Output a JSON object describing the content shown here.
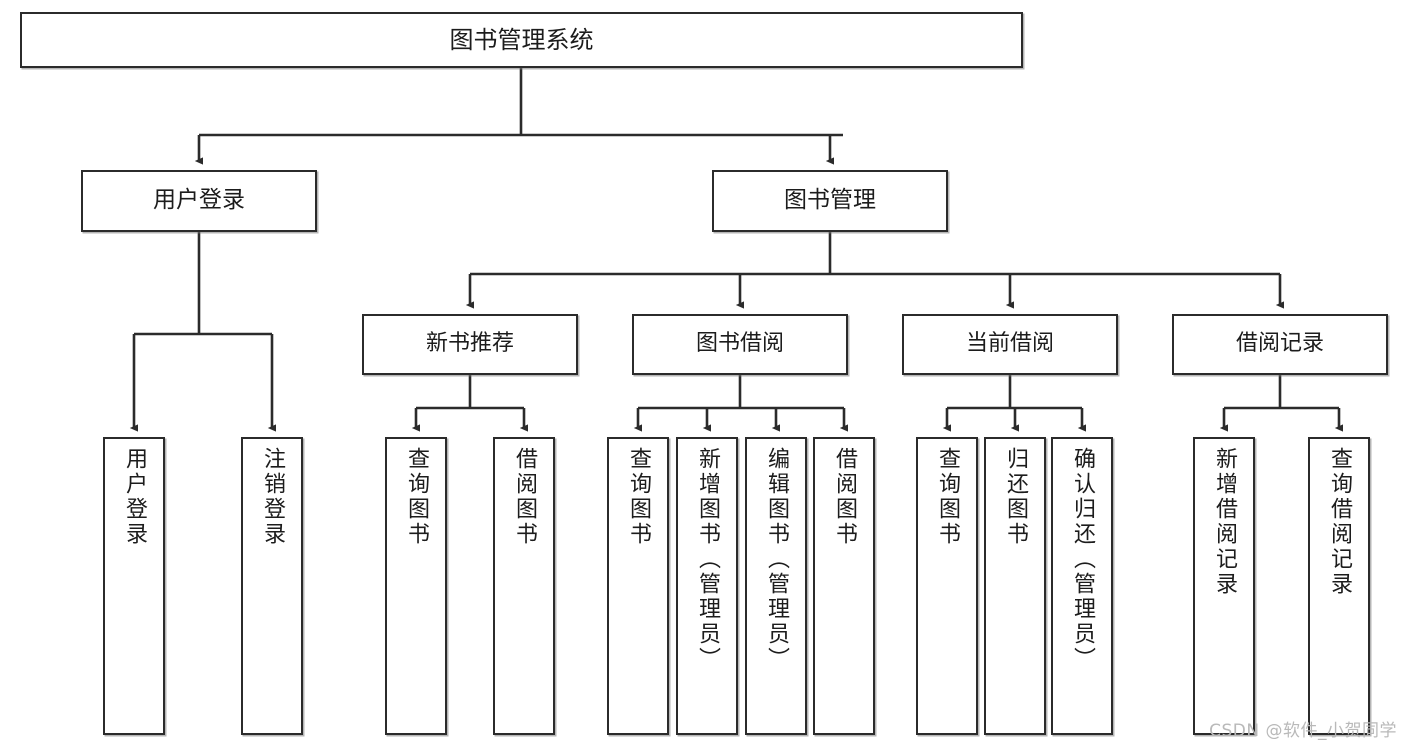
{
  "diagram": {
    "type": "tree-hierarchy",
    "title": "图书管理系统",
    "watermark": "CSDN @软件_小贺同学",
    "stroke_color": "#2b2b2b",
    "fill_color": "#ffffff",
    "text_color": "#1c1c1c",
    "nodes": {
      "root": {
        "label": "图书管理系统"
      },
      "level1": [
        {
          "id": "user-login",
          "label": "用户登录"
        },
        {
          "id": "book-manage",
          "label": "图书管理"
        }
      ],
      "level2": [
        {
          "id": "new-book-recommend",
          "label": "新书推荐"
        },
        {
          "id": "book-borrow",
          "label": "图书借阅"
        },
        {
          "id": "current-borrow",
          "label": "当前借阅"
        },
        {
          "id": "borrow-record",
          "label": "借阅记录"
        }
      ],
      "leaves": [
        {
          "id": "leaf-user-login",
          "parent": "user-login",
          "label": "用户登录"
        },
        {
          "id": "leaf-logout",
          "parent": "user-login",
          "label": "注销登录"
        },
        {
          "id": "leaf-query-book-1",
          "parent": "new-book-recommend",
          "label": "查询图书"
        },
        {
          "id": "leaf-borrow-book-1",
          "parent": "new-book-recommend",
          "label": "借阅图书"
        },
        {
          "id": "leaf-query-book-2",
          "parent": "book-borrow",
          "label": "查询图书"
        },
        {
          "id": "leaf-add-book",
          "parent": "book-borrow",
          "label": "新增图书（管理员）"
        },
        {
          "id": "leaf-edit-book",
          "parent": "book-borrow",
          "label": "编辑图书（管理员）"
        },
        {
          "id": "leaf-borrow-book-2",
          "parent": "book-borrow",
          "label": "借阅图书"
        },
        {
          "id": "leaf-query-book-3",
          "parent": "current-borrow",
          "label": "查询图书"
        },
        {
          "id": "leaf-return-book",
          "parent": "current-borrow",
          "label": "归还图书"
        },
        {
          "id": "leaf-confirm-return",
          "parent": "current-borrow",
          "label": "确认归还（管理员）"
        },
        {
          "id": "leaf-add-record",
          "parent": "borrow-record",
          "label": "新增借阅记录"
        },
        {
          "id": "leaf-query-record",
          "parent": "borrow-record",
          "label": "查询借阅记录"
        }
      ]
    }
  }
}
